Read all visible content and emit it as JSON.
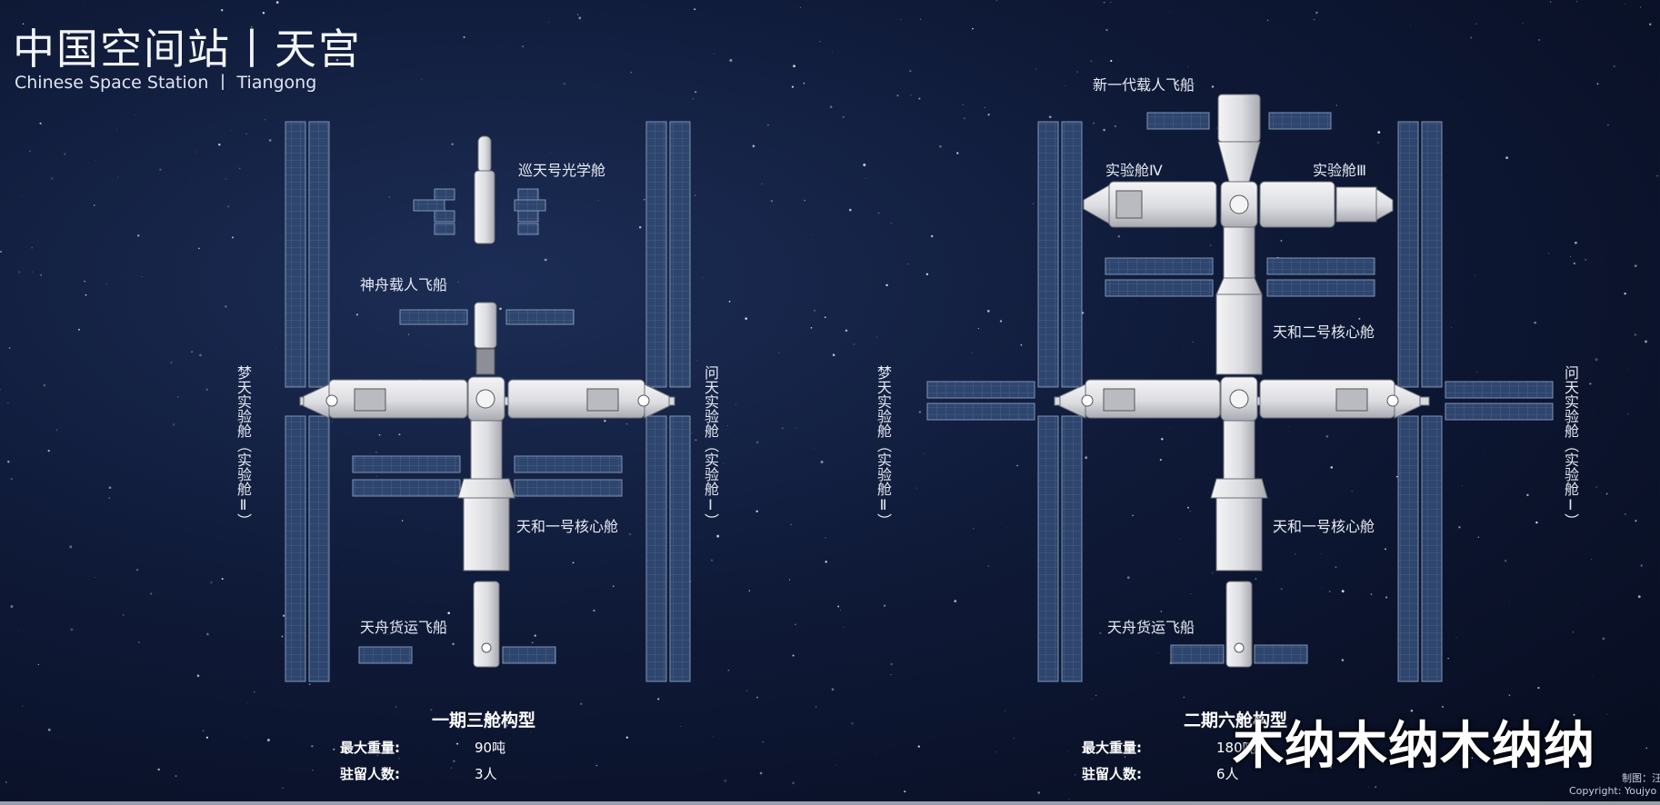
{
  "header": {
    "title": "中国空间站丨天宫",
    "subtitle": "Chinese Space Station  丨  Tiangong"
  },
  "left": {
    "labels": {
      "xuntian": "巡天号光学舱",
      "shenzhou": "神舟载人飞船",
      "mengtian": "梦天实验舱（实验舱Ⅱ）",
      "wentian": "问天实验舱（实验舱Ⅰ）",
      "tianhe": "天和一号核心舱",
      "tianzhou": "天舟货运飞船"
    },
    "config_title": "一期三舱构型",
    "specs": [
      {
        "key": "最大重量:",
        "value": "90吨"
      },
      {
        "key": "驻留人数:",
        "value": "3人"
      }
    ]
  },
  "right": {
    "labels": {
      "new_gen": "新一代载人飞船",
      "lab4": "实验舱Ⅳ",
      "lab3": "实验舱Ⅲ",
      "tianhe2": "天和二号核心舱",
      "mengtian": "梦天实验舱（实验舱Ⅱ）",
      "wentian": "问天实验舱（实验舱Ⅰ）",
      "tianhe1": "天和一号核心舱",
      "tianzhou": "天舟货运飞船"
    },
    "config_title": "二期六舱构型",
    "specs": [
      {
        "key": "最大重量:",
        "value": "180吨"
      },
      {
        "key": "驻留人数:",
        "value": "6人"
      }
    ]
  },
  "watermark": "木纳木纳木纳纳",
  "credit": {
    "maker": "制图：汪",
    "copyright": "Copyright: Youjyo"
  },
  "colors": {
    "background": "#0b1430",
    "panel_fill": "#2f4770",
    "panel_stroke": "#7e93b6",
    "module_fill": "#e4e4e6",
    "module_stroke": "#6c6f77"
  }
}
